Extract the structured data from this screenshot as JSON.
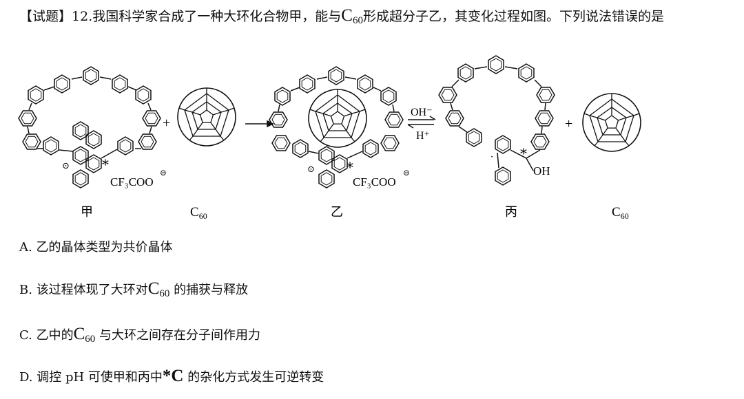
{
  "question": {
    "tag": "【试题】",
    "number": "12.",
    "stem_before": "我国科学家合成了一种大环化合物甲，能与",
    "stem_after": "形成超分子乙，其变化过程如图。下列说法错误的是"
  },
  "c60": {
    "c": "C",
    "sub": "60"
  },
  "figure": {
    "labels": {
      "jia": "甲",
      "yi": "乙",
      "bing": "丙",
      "c60_1": "C",
      "c60_2": "C",
      "sub": "60"
    },
    "reagents": {
      "top": "OH⁻",
      "bottom": "H⁺"
    },
    "counter_ion": "CF₃COO",
    "hydroxyl": "OH",
    "plus": "+",
    "star": "*"
  },
  "options": {
    "A": {
      "letter": "A.",
      "text": "乙的晶体类型为共价晶体"
    },
    "B": {
      "letter": "B.",
      "before": "该过程体现了大环对",
      "after": "的捕获与释放"
    },
    "C": {
      "letter": "C.",
      "before": "乙中的",
      "after": "与大环之间存在分子间作用力"
    },
    "D": {
      "letter": "D.",
      "before": "调控 pH 可使甲和丙中",
      "star_c": "*C",
      "after": "的杂化方式发生可逆转变"
    }
  }
}
